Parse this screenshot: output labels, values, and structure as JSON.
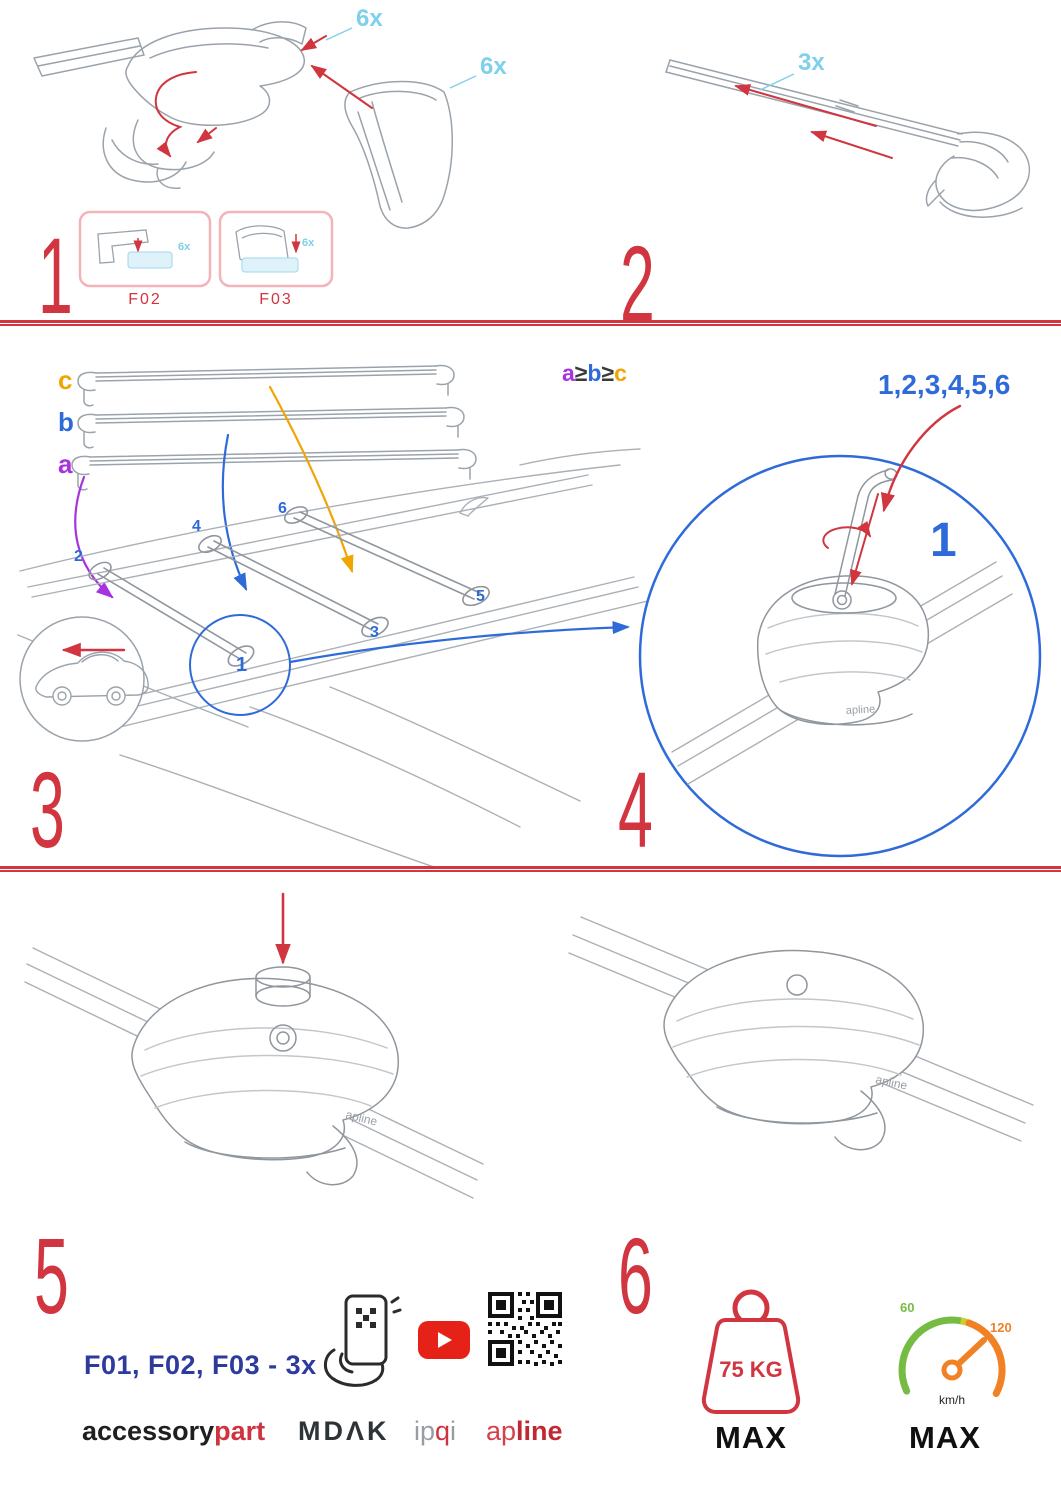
{
  "colors": {
    "red": "#d03540",
    "cyan": "#7fd0ea",
    "blue": "#2f6bd8",
    "purple": "#a832e0",
    "orange": "#f0a500",
    "indigo": "#2d3b9e",
    "line_gray": "#9aa3ab",
    "green": "#76bc43",
    "speed_orange": "#f08124",
    "youtube_red": "#e62117"
  },
  "step1": {
    "number": "1",
    "qty_cap": "6x",
    "qty_cover": "6x",
    "box1": {
      "label": "F02",
      "qty": "6x"
    },
    "box2": {
      "label": "F03",
      "qty": "6x"
    }
  },
  "step2": {
    "number": "2",
    "qty": "3x"
  },
  "step3": {
    "number": "3",
    "bar_a": "a",
    "bar_b": "b",
    "bar_c": "c",
    "formula": {
      "a": "a",
      "ge1": "≥",
      "b": "b",
      "ge2": "≥",
      "c": "c"
    },
    "pos1": "1",
    "pos2": "2",
    "pos3": "3",
    "pos4": "4",
    "pos5": "5",
    "pos6": "6"
  },
  "step4": {
    "number": "4",
    "sequence": "1,2,3,4,5,6",
    "step_one": "1",
    "foot_logo": "apline"
  },
  "step5": {
    "number": "5",
    "parts_note": "F01, F02, F03 - 3x",
    "foot_logo": "apline"
  },
  "step6": {
    "number": "6",
    "foot_logo": "apline",
    "weight": "75 KG",
    "weight_max": "MAX",
    "speed_min": "60",
    "speed_max_val": "120",
    "speed_unit": "km/h",
    "speed_max": "MAX"
  },
  "footer": {
    "brand_accessory": "accessory",
    "brand_part": "part",
    "brand_mdak": "MDΛK",
    "brand_ip": "ip",
    "brand_q": "q",
    "brand_i": "i",
    "brand_ap": "ap",
    "brand_line": "line"
  }
}
